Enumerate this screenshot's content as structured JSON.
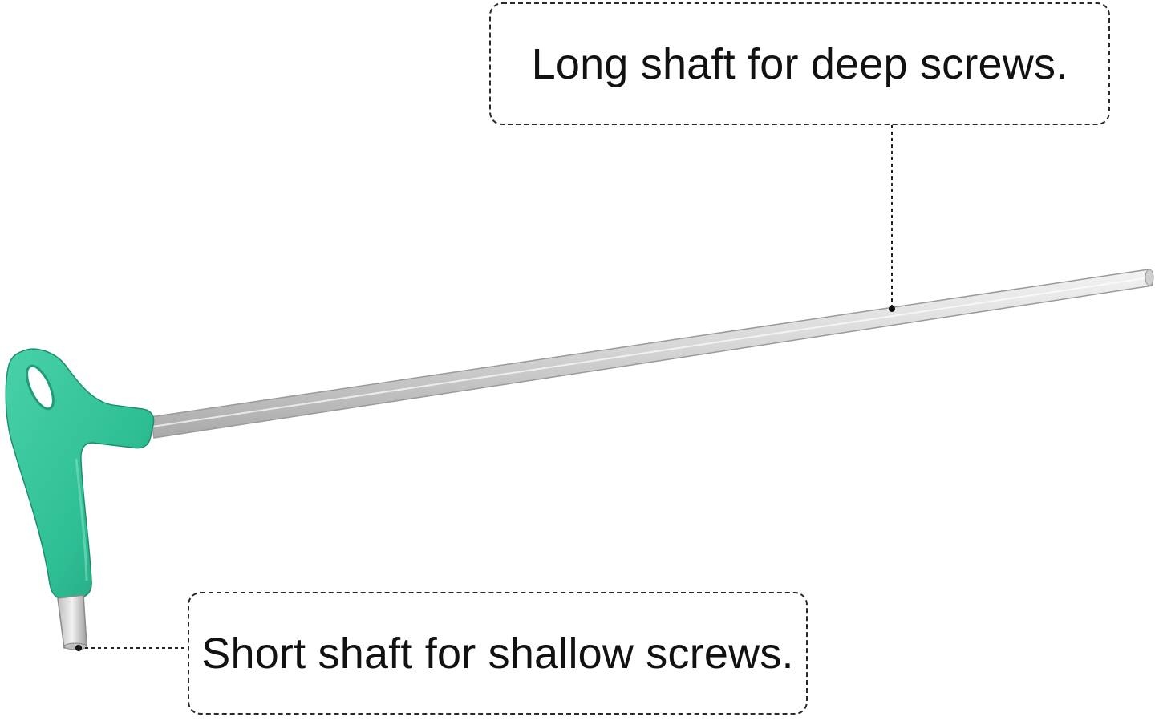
{
  "callouts": {
    "long_shaft": "Long shaft for deep screws.",
    "short_shaft": "Short shaft for shallow screws."
  },
  "colors": {
    "handle": "#2fbf95",
    "shaft": "#d9d9d9"
  },
  "icons": {
    "tool": "t-handle-hex-key"
  }
}
